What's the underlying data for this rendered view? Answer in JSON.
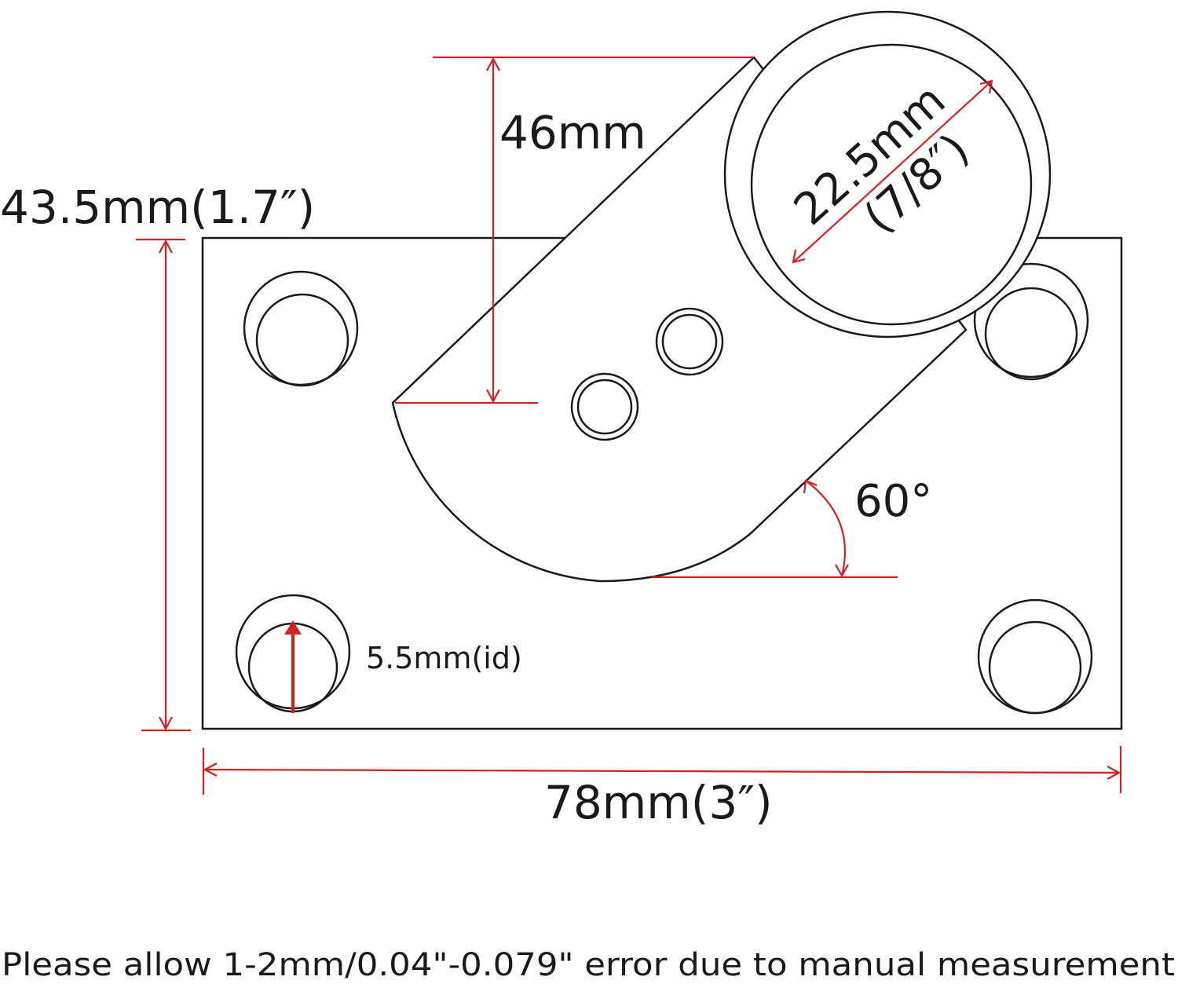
{
  "dimensions": {
    "height_label": "43.5mm(1.7″)",
    "width_label": "78mm(3″)",
    "arm_height_label": "46mm",
    "tube_diameter_label": "22.5mm",
    "tube_diameter_inch_label": "(7/8″)",
    "angle_label": "60°",
    "hole_diameter_label": "5.5mm(id)"
  },
  "note": "Please allow 1-2mm/0.04\"-0.079\" error due to manual measurement",
  "colors": {
    "outline": "#1a1a1a",
    "dimension": "#d42020",
    "background": "#ffffff"
  }
}
